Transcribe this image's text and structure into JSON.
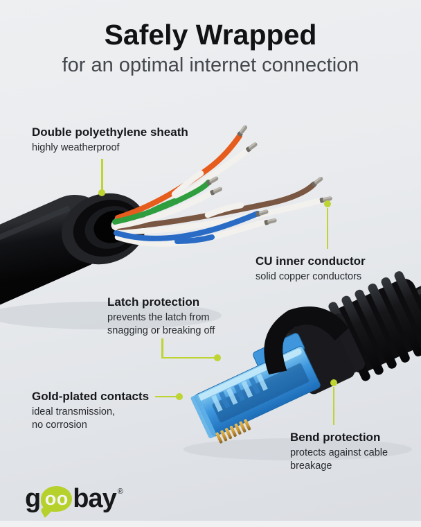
{
  "theme": {
    "accent_green": "#bdd431",
    "title_color": "#101214",
    "subtitle_color": "#44484d",
    "wire_orange": "#e65c1d",
    "wire_green": "#2f9e3e",
    "wire_blue": "#2a6cc5",
    "wire_brown": "#7a5742",
    "connector_blue": "#3e97de"
  },
  "header": {
    "title": "Safely Wrapped",
    "subtitle": "for an optimal internet connection"
  },
  "callouts": {
    "sheath": {
      "title": "Double polyethylene sheath",
      "line1": "highly weatherproof"
    },
    "conductor": {
      "title": "CU inner conductor",
      "line1": "solid copper conductors"
    },
    "latch": {
      "title": "Latch protection",
      "line1": "prevents the latch from",
      "line2": "snagging or breaking off"
    },
    "contacts": {
      "title": "Gold-plated contacts",
      "line1": "ideal transmission,",
      "line2": "no corrosion"
    },
    "bend": {
      "title": "Bend protection",
      "line1": "protects against cable",
      "line2": "breakage"
    }
  },
  "footer": {
    "brand_g": "g",
    "brand_oo": "oo",
    "brand_bay": "bay",
    "registered": "®"
  }
}
